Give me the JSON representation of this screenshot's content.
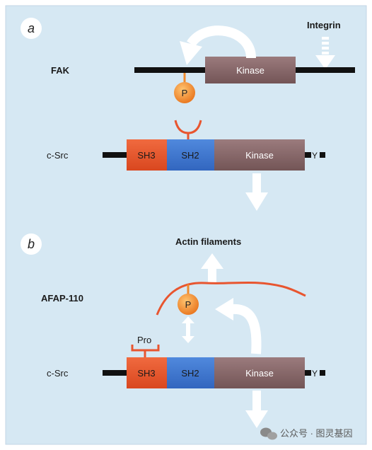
{
  "panel_a": {
    "letter": "a",
    "protein_label": "FAK",
    "kinase_label": "Kinase",
    "integrin_label": "Integrin",
    "phospho_label": "P",
    "src_label": "c-Src",
    "sh3_label": "SH3",
    "sh2_label": "SH2",
    "src_kinase_label": "Kinase",
    "tyr_label": "Y"
  },
  "panel_b": {
    "letter": "b",
    "actin_label": "Actin filaments",
    "protein_label": "AFAP-110",
    "phospho_label": "P",
    "pro_label": "Pro",
    "src_label": "c-Src",
    "sh3_label": "SH3",
    "sh2_label": "SH2",
    "src_kinase_label": "Kinase",
    "tyr_label": "Y"
  },
  "watermark": {
    "text": "公众号 · 图灵基因"
  },
  "colors": {
    "background": "#d6e8f3",
    "kinase": "#8a6a6c",
    "sh3": "#e8552f",
    "sh2": "#3f78cf",
    "phospho": "#f08a2c",
    "ligand_line": "#e8552f",
    "arrow": "#ffffff"
  }
}
